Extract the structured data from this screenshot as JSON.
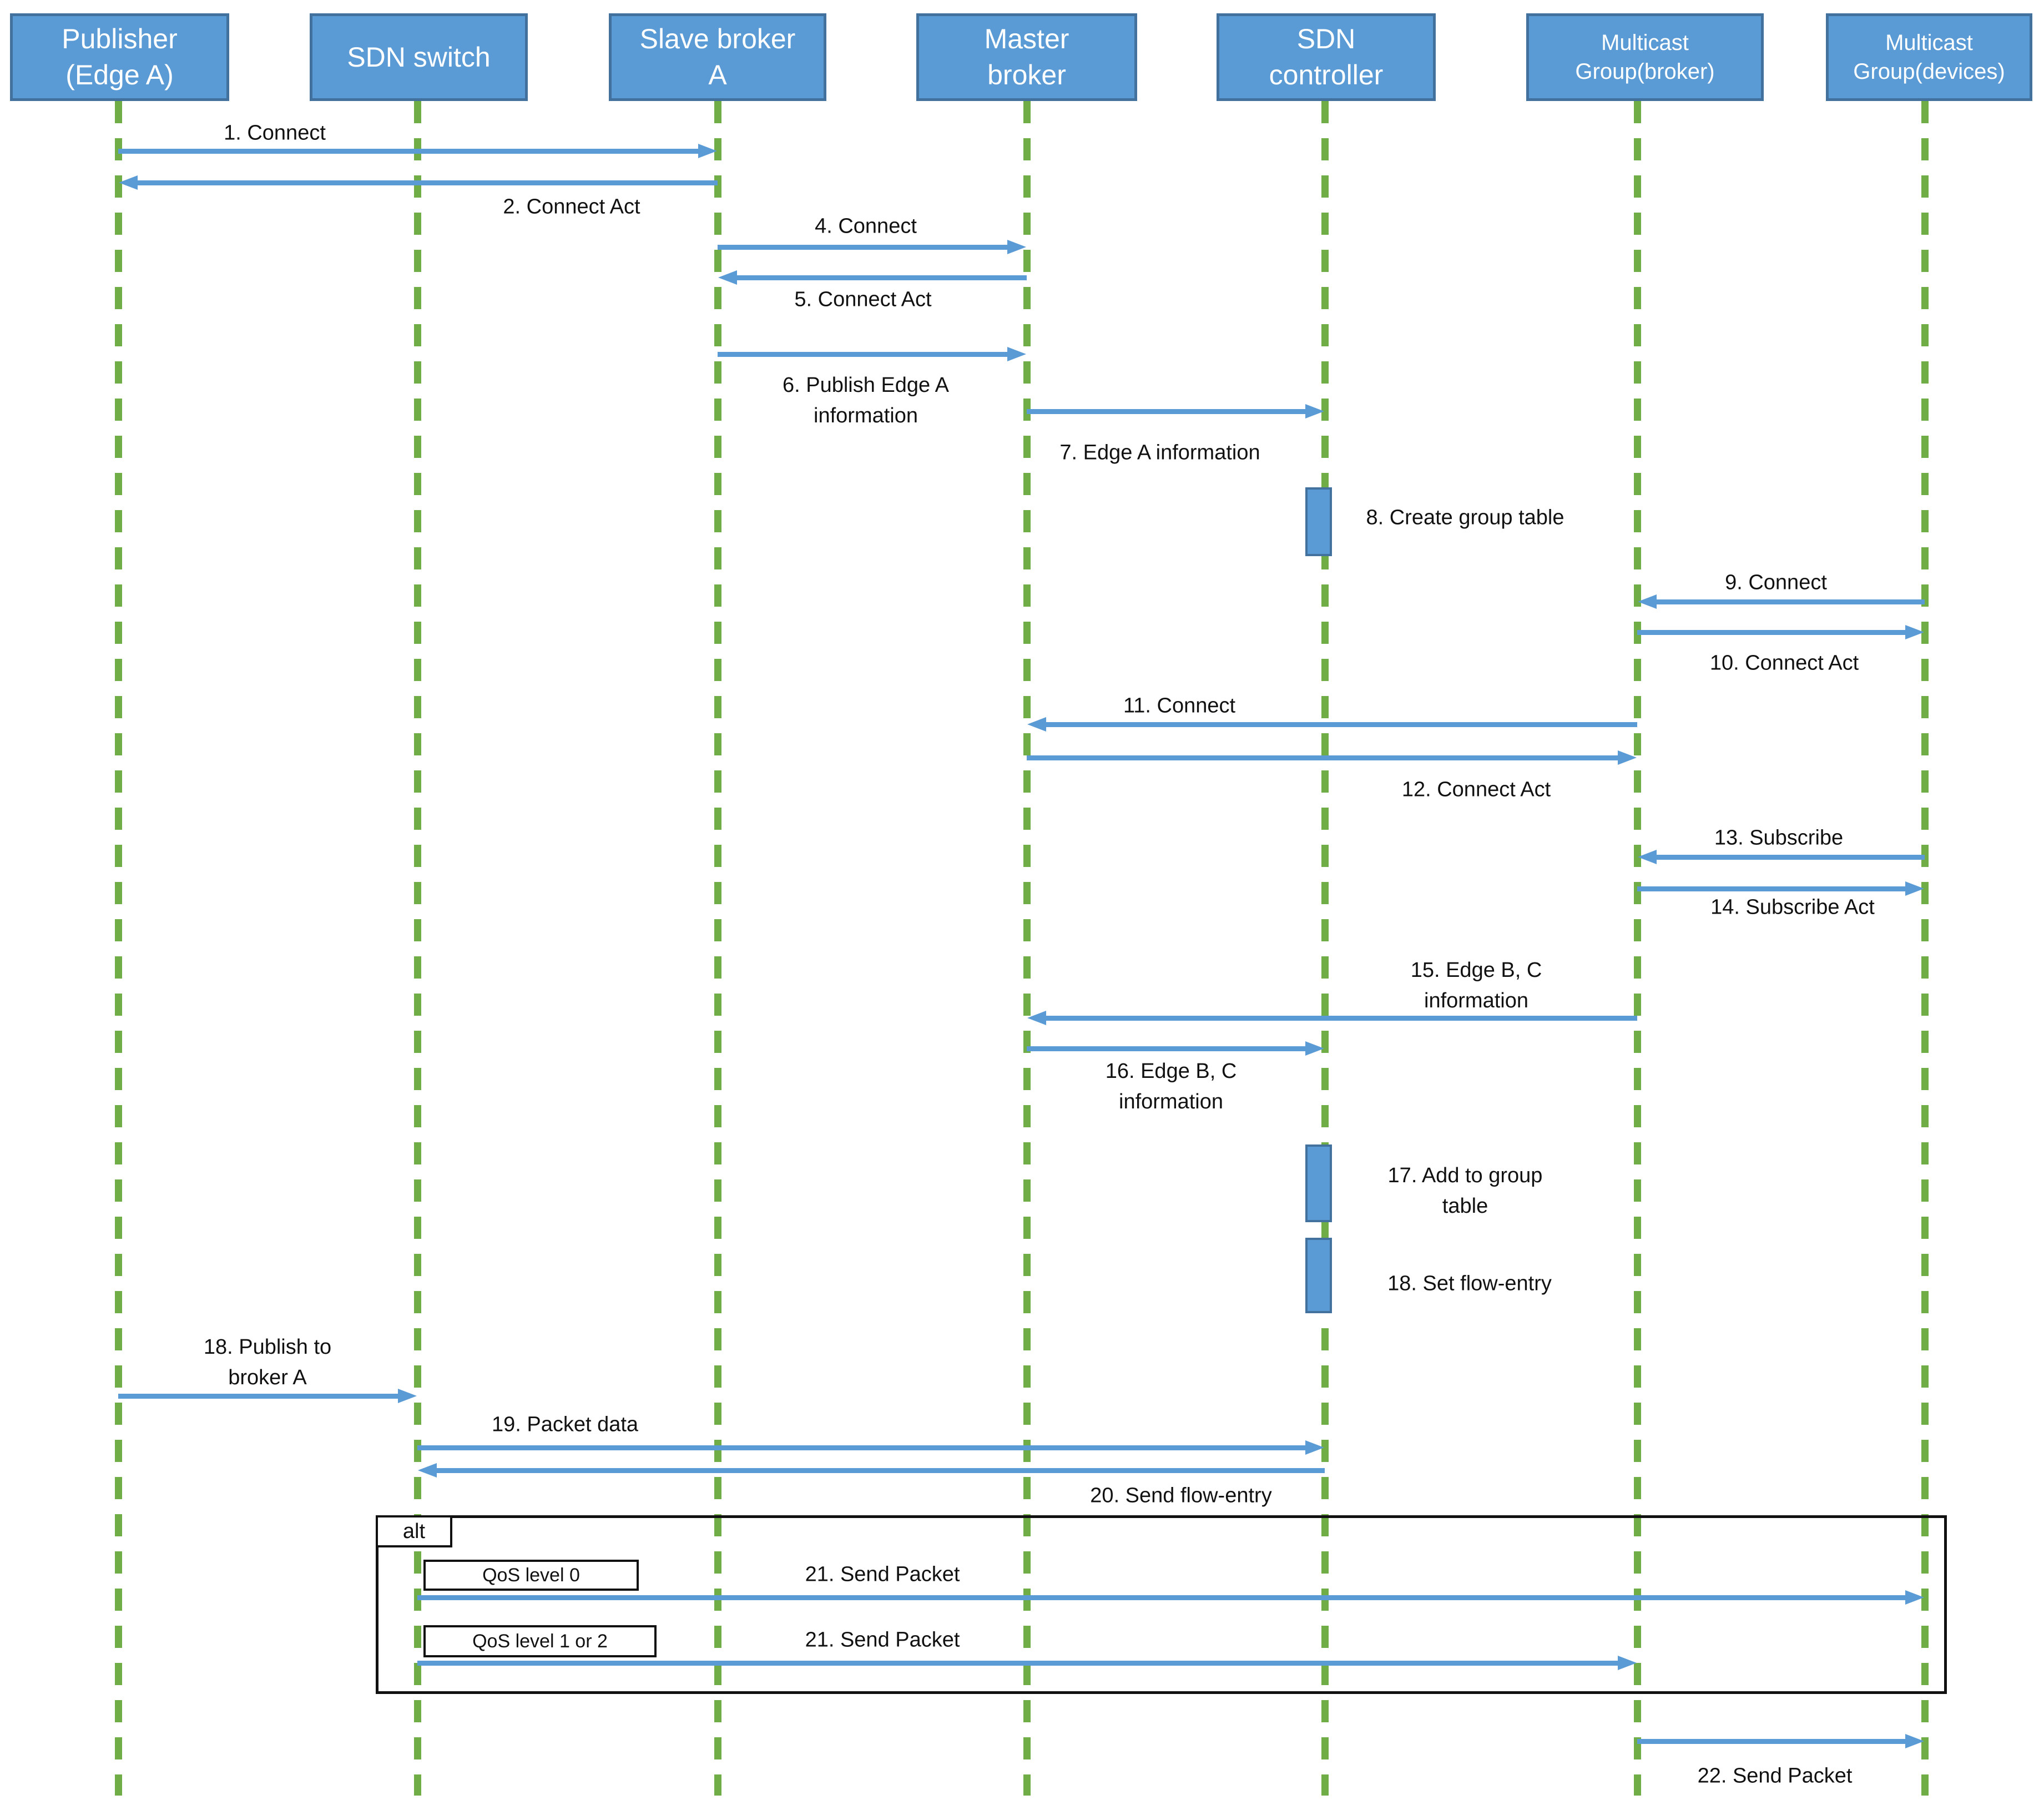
{
  "colors": {
    "actor_fill": "#5b9bd5",
    "actor_border": "#41719c",
    "arrow": "#5b9bd5",
    "lifeline": "#70ad47",
    "frame": "#111111",
    "text": "#111111",
    "background": "#ffffff"
  },
  "actors": [
    {
      "label": "Publisher\n(Edge A)"
    },
    {
      "label": "SDN switch"
    },
    {
      "label": "Slave broker\nA"
    },
    {
      "label": "Master\nbroker"
    },
    {
      "label": "SDN\ncontroller"
    },
    {
      "label": "Multicast\nGroup(broker)"
    },
    {
      "label": "Multicast\nGroup(devices)"
    }
  ],
  "messages": [
    {
      "label": "1. Connect",
      "from": "Publisher (Edge A)",
      "to": "Slave broker A"
    },
    {
      "label": "2. Connect Act",
      "from": "Slave broker A",
      "to": "Publisher (Edge A)"
    },
    {
      "label": "4. Connect",
      "from": "Slave broker A",
      "to": "Master broker"
    },
    {
      "label": "5. Connect Act",
      "from": "Master broker",
      "to": "Slave broker A"
    },
    {
      "label": "6. Publish Edge A\ninformation",
      "from": "Slave broker A",
      "to": "Master broker"
    },
    {
      "label": "7. Edge A information",
      "from": "Master broker",
      "to": "SDN controller"
    },
    {
      "label": "9. Connect",
      "from": "Multicast Group(devices)",
      "to": "Multicast Group(broker)"
    },
    {
      "label": "10. Connect Act",
      "from": "Multicast Group(broker)",
      "to": "Multicast Group(devices)"
    },
    {
      "label": "11. Connect",
      "from": "Multicast Group(broker)",
      "to": "Master broker"
    },
    {
      "label": "12. Connect Act",
      "from": "Master broker",
      "to": "Multicast Group(broker)"
    },
    {
      "label": "13. Subscribe",
      "from": "Multicast Group(devices)",
      "to": "Multicast Group(broker)"
    },
    {
      "label": "14. Subscribe Act",
      "from": "Multicast Group(broker)",
      "to": "Multicast Group(devices)"
    },
    {
      "label": "15. Edge B, C\ninformation",
      "from": "Multicast Group(broker)",
      "to": "Master broker"
    },
    {
      "label": "16. Edge B, C\ninformation",
      "from": "Master broker",
      "to": "SDN controller"
    },
    {
      "label": "18. Publish to\nbroker A",
      "from": "Publisher (Edge A)",
      "to": "SDN switch"
    },
    {
      "label": "19. Packet data",
      "from": "SDN switch",
      "to": "SDN controller"
    },
    {
      "label": "20. Send flow-entry",
      "from": "SDN controller",
      "to": "SDN switch"
    },
    {
      "label": "21. Send Packet",
      "from": "SDN switch",
      "to": "Multicast Group(devices)",
      "guard": "QoS level 0"
    },
    {
      "label": "21. Send Packet",
      "from": "SDN switch",
      "to": "Multicast Group(broker)",
      "guard": "QoS level 1 or 2"
    },
    {
      "label": "22. Send Packet",
      "from": "Multicast Group(broker)",
      "to": "Multicast Group(devices)"
    }
  ],
  "activations": [
    {
      "label": "8. Create group table",
      "on": "SDN controller"
    },
    {
      "label": "17. Add to group\ntable",
      "on": "SDN controller"
    },
    {
      "label": "18. Set flow-entry",
      "on": "SDN controller"
    }
  ],
  "alt": {
    "label": "alt",
    "guards": [
      "QoS level 0",
      "QoS level 1 or 2"
    ]
  }
}
